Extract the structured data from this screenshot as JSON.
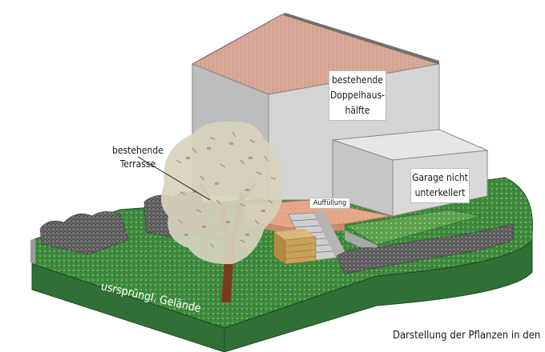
{
  "labels": {
    "house_line1": "bestehende",
    "house_line2": "Doppelhaus-",
    "house_line3": "hälfte",
    "garage_line1": "Garage nicht",
    "garage_line2": "unterkellert",
    "fill": "Auffüllung",
    "terrace_line1": "bestehende",
    "terrace_line2": "Terrasse",
    "ground": "usrsprüngl. Gelände",
    "caption": "Darstellung der Pflanzen in den"
  },
  "colors": {
    "roof": "#d8a899",
    "house_front": "#b8b8b8",
    "house_side": "#d6d6d6",
    "garage_front": "#cfcfcf",
    "garage_roof": "#e2e2e2",
    "terrace": "#e5a88a",
    "lawn": "#3f8a3f",
    "lawn_light": "#7fbf6a",
    "soil_side": "#2d6b34",
    "hedge": "#6b6b6b",
    "trunk": "#7a3b22",
    "foliage": "#d7d3bd",
    "woodbox": "#c9a35b"
  }
}
